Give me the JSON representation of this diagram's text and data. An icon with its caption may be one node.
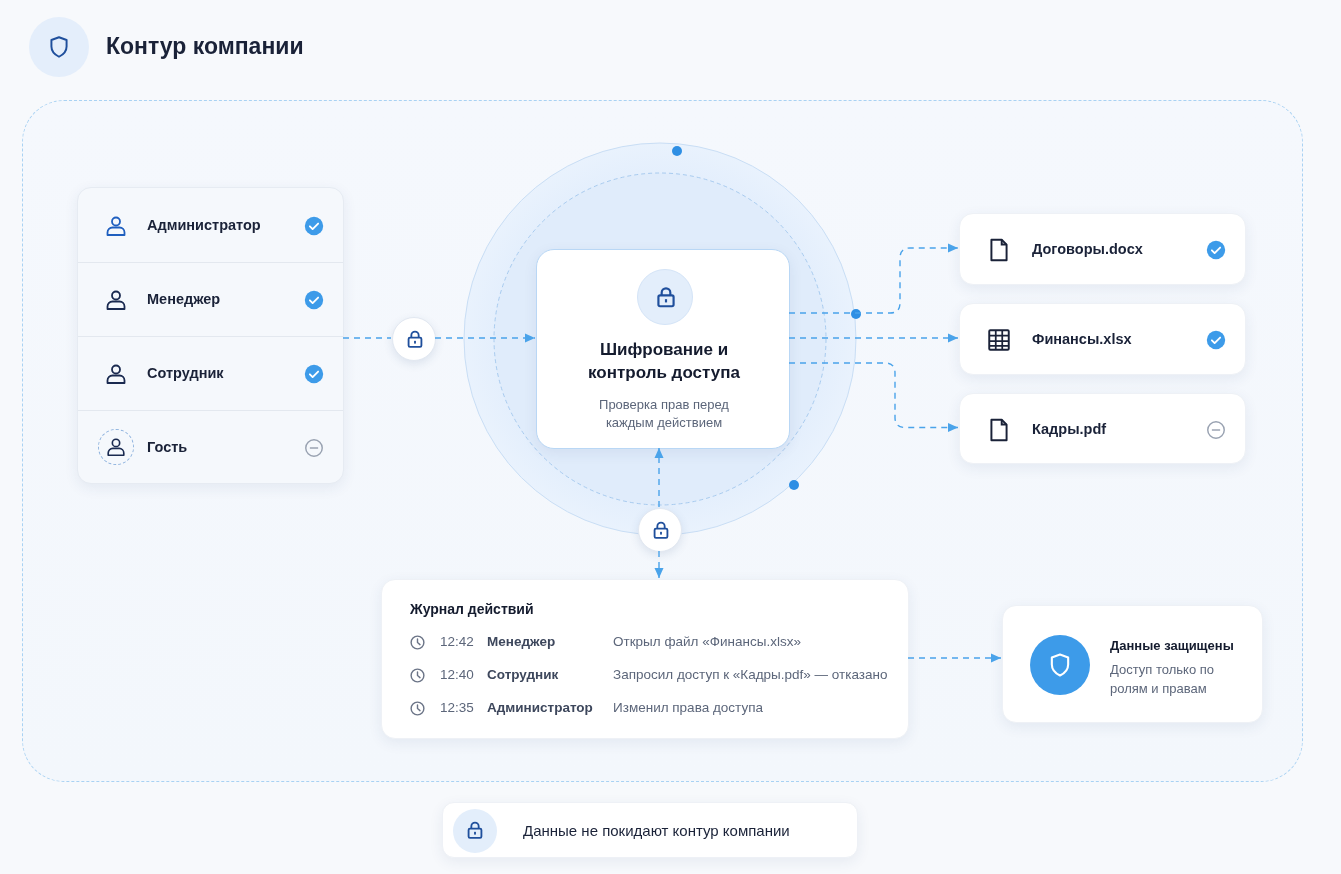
{
  "diagram": {
    "title": "Контур компании",
    "nodes": [
      {
        "text": [],
        "shape": "box"
      },
      {
        "text": [],
        "shape": "box",
        "in": 0
      },
      {
        "text": [
          "Администратор"
        ],
        "in": 1
      },
      {
        "text": [
          "Менеджер"
        ],
        "in": 1
      },
      {
        "text": [
          "Сотрудник"
        ],
        "in": 1
      },
      {
        "text": [
          "Гость"
        ],
        "in": 1
      },
      {
        "text": [],
        "shape": "circle",
        "in": 0
      },
      {
        "text": [
          "Шифрование и контроль доступа",
          "Проверка прав перед каждым действием"
        ],
        "in": 0
      },
      {
        "text": [
          "Договоры.docx"
        ],
        "in": 0
      },
      {
        "text": [
          "Финансы.xlsx"
        ],
        "in": 0
      },
      {
        "text": [
          "Кадры.pdf"
        ],
        "in": 0
      },
      {
        "text": [],
        "shape": "circle",
        "in": 0
      },
      {
        "text": [
          "Журнал действий",
          "12:42",
          "Менеджер",
          "Открыл файл «Финансы.xlsx»",
          "12:40",
          "Сотрудник",
          "Запросил доступ к «Кадры.pdf» — отказано",
          "12:35",
          "Администратор",
          "Изменил права доступа"
        ],
        "in": 0
      },
      {
        "text": [
          "Данные защищены",
          "Доступ только по ролям и правам"
        ],
        "in": 0
      },
      {
        "text": [
          "Данные не покидают контур компании"
        ]
      }
    ],
    "edges": [
      {
        "from": 1,
        "to": 6,
        "arrow": "none",
        "style": "dashed"
      },
      {
        "from": 6,
        "to": 7,
        "arrow": "to",
        "style": "dashed"
      },
      {
        "from": 7,
        "to": 8,
        "arrow": "to",
        "style": "dashed"
      },
      {
        "from": 7,
        "to": 9,
        "arrow": "to",
        "style": "dashed"
      },
      {
        "from": 7,
        "to": 10,
        "arrow": "to",
        "style": "dashed"
      },
      {
        "from": 11,
        "to": 7,
        "arrow": "to",
        "style": "dashed"
      },
      {
        "from": 11,
        "to": 12,
        "arrow": "to",
        "style": "dashed"
      },
      {
        "from": 12,
        "to": 13,
        "arrow": "to",
        "style": "dashed"
      }
    ]
  }
}
